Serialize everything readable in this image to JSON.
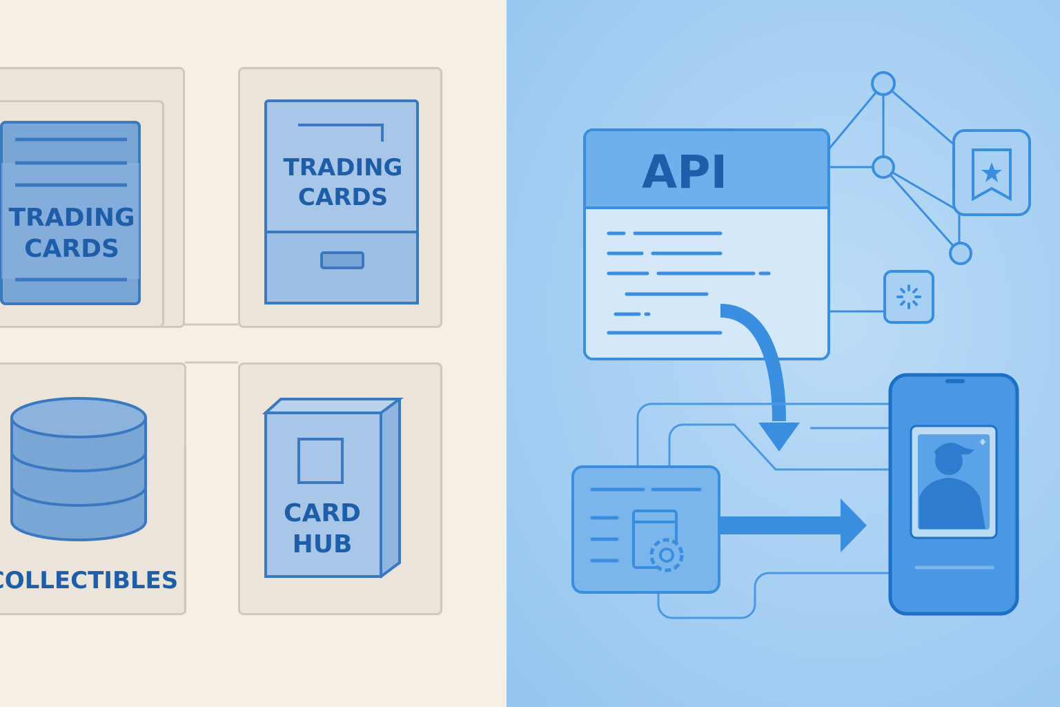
{
  "left": {
    "card_a": {
      "line1": "TRADING",
      "line2": "CARDS"
    },
    "card_b": {
      "line1": "TRADING",
      "line2": "CARDS"
    },
    "database": {
      "label": "COLLECTIBLES"
    },
    "box": {
      "line1": "CARD",
      "line2": "HUB"
    }
  },
  "right": {
    "api": {
      "label": "API"
    }
  },
  "colors": {
    "left_bg": "#f5efe6",
    "right_bg": "#a6cff3",
    "accent_blue": "#1e5ea8",
    "card_fill": "#7aa6d6",
    "line_blue": "#3a8ee0"
  }
}
